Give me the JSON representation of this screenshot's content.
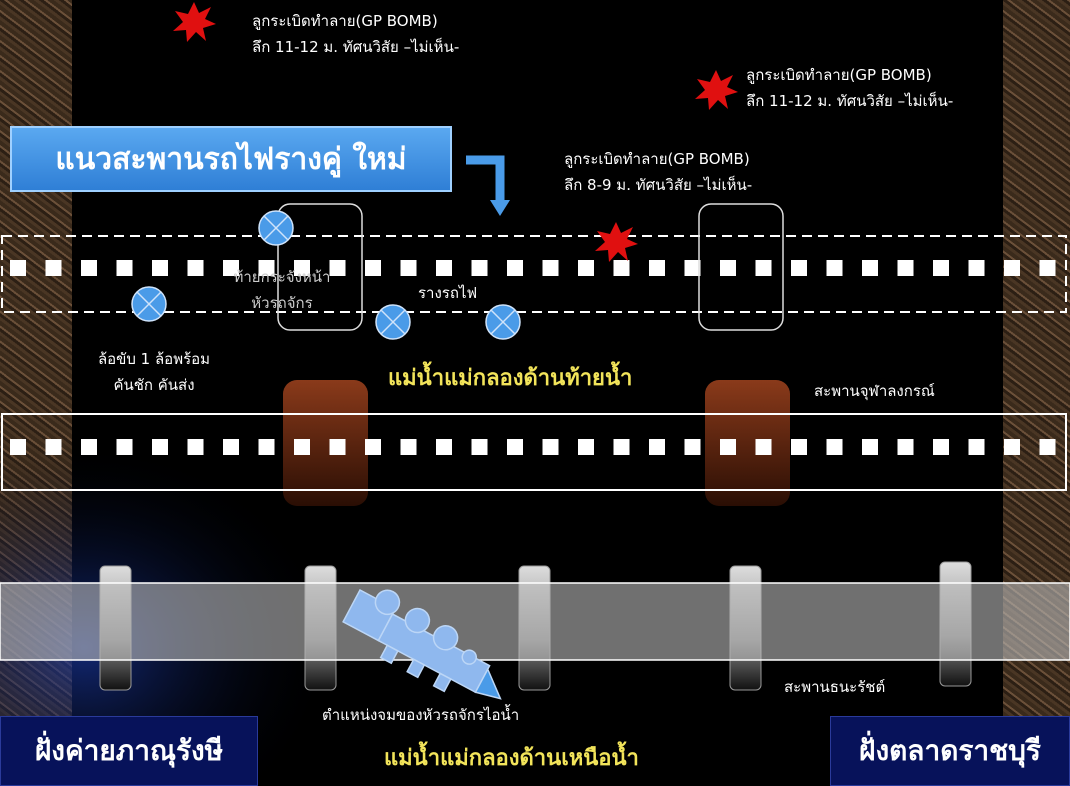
{
  "title_box": "แนวสะพานรถไฟรางคู่ ใหม่",
  "bombs": [
    {
      "line1": "ลูกระเบิดทำลาย(GP BOMB)",
      "line2": "ลึก 11-12 ม. ทัศนวิสัย –ไม่เห็น-"
    },
    {
      "line1": "ลูกระเบิดทำลาย(GP BOMB)",
      "line2": "ลึก 11-12 ม. ทัศนวิสัย –ไม่เห็น-"
    },
    {
      "line1": "ลูกระเบิดทำลาย(GP BOMB)",
      "line2": "ลึก 8-9 ม. ทัศนวิสัย –ไม่เห็น-"
    }
  ],
  "labels": {
    "front_grille": "ท้ายกระจังหน้า",
    "locomotive": "หัวรถจักร",
    "rail": "รางรถไฟ",
    "wheel_1": "ล้อขับ 1 ล้อพร้อม",
    "wheel_2": "คันชัก คันส่ง",
    "river_downstream": "แม่น้ำแม่กลองด้านท้ายน้ำ",
    "river_upstream": "แม่น้ำแม่กลองด้านเหนือน้ำ",
    "bridge_julalongkorn": "สะพานจุฬาลงกรณ์",
    "bridge_thanarat": "สะพานธนะรัชต์",
    "sunk_position": "ตำแหน่งจมของหัวรถจักรไอน้ำ"
  },
  "banks": {
    "left": "ฝั่งค่ายภาณุรังษี",
    "right": "ฝั่งตลาดราชบุรี"
  },
  "colors": {
    "accent": "#4a9be8",
    "bomb": "#e01010",
    "river_text": "#f2e45a",
    "bank": "#07125a"
  }
}
